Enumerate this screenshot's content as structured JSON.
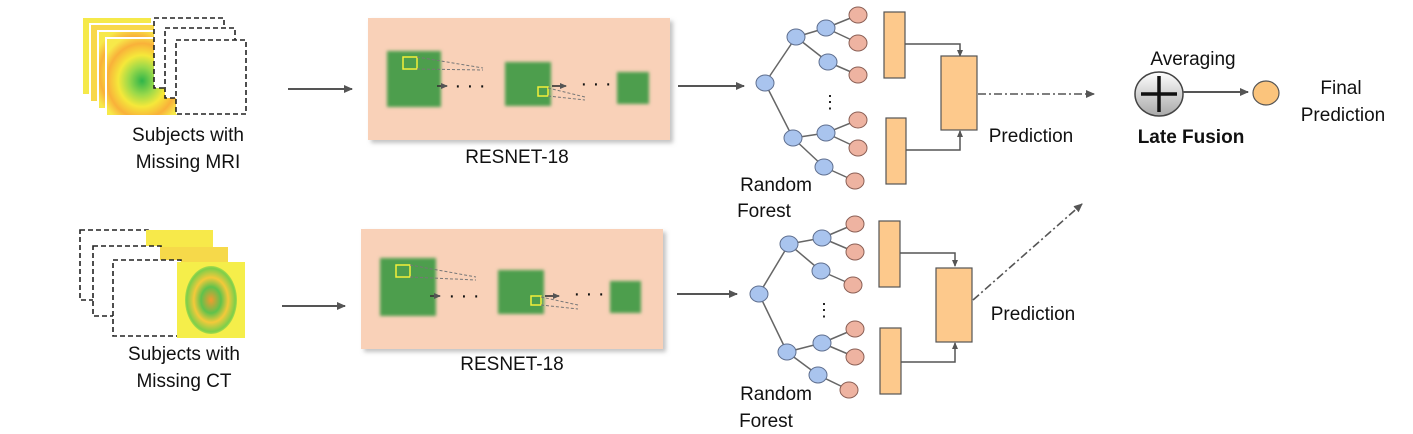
{
  "top_branch": {
    "input_label": [
      "Subjects with",
      "Missing MRI"
    ],
    "cnn_label": "RESNET-18",
    "forest_label": [
      "Random",
      "Forest"
    ],
    "prediction_label": "Prediction"
  },
  "bottom_branch": {
    "input_label": [
      "Subjects with",
      "Missing CT"
    ],
    "cnn_label": "RESNET-18",
    "forest_label": [
      "Random",
      "Forest"
    ],
    "prediction_label": "Prediction"
  },
  "fusion": {
    "operator_label": "Averaging",
    "title": "Late Fusion",
    "output_label": [
      "Final",
      "Prediction"
    ],
    "operator_symbol": "plus-icon"
  },
  "colors": {
    "panel_fill": "#f9d1b8",
    "feature_map": "#4d9e4d",
    "tree_node_blue": "#a9c4ee",
    "tree_node_pink": "#eeb3a1",
    "vote_box": "#fdc98c",
    "output_node": "#fbc47c",
    "arrow": "#555555"
  }
}
